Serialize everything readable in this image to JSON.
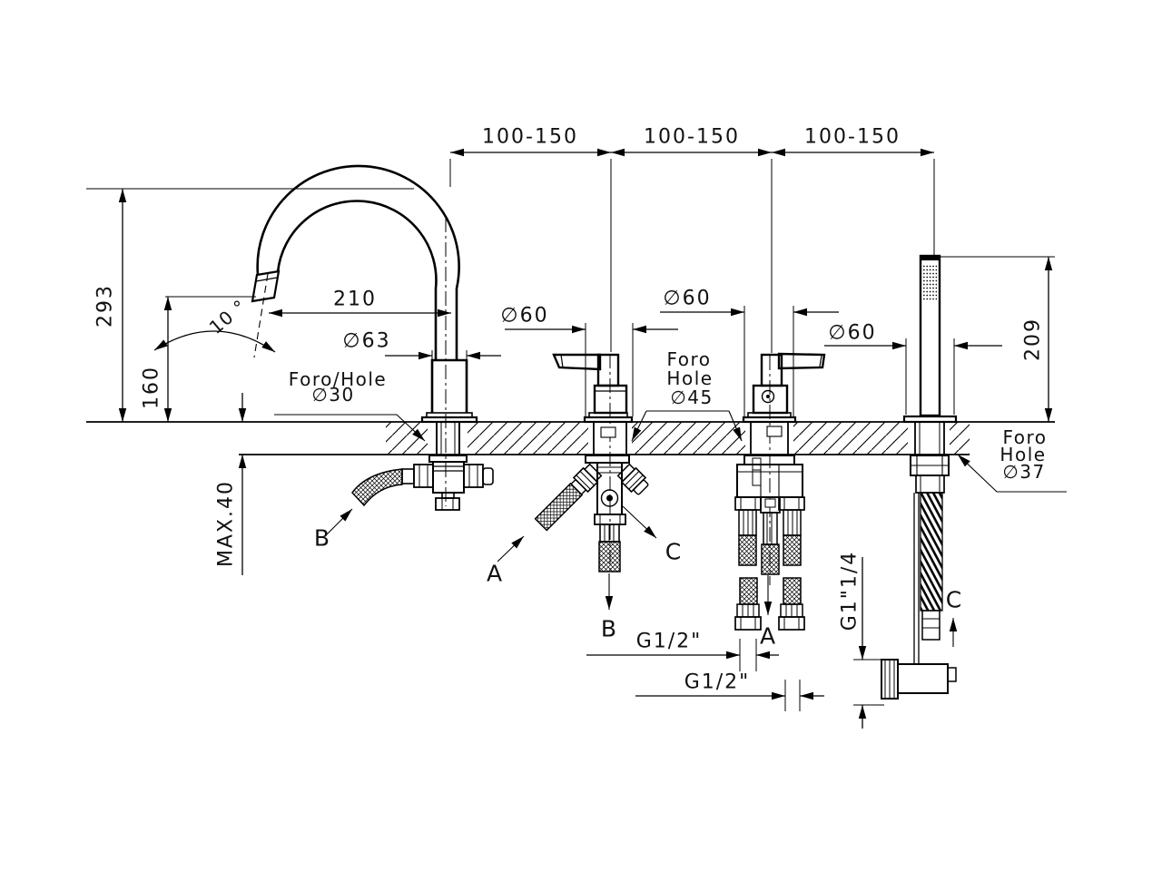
{
  "drawing": {
    "type": "technical-installation-diagram",
    "product": "deck-mounted bathtub faucet set with spout, two valves and handshower",
    "line_color": "#000000",
    "background": "#ffffff",
    "top_spacings": [
      "100-150",
      "100-150",
      "100-150"
    ],
    "vertical_dims": {
      "spout_height": "293",
      "spout_outlet_height": "160",
      "handshower_height": "209",
      "max_deck_thickness": "MAX.40"
    },
    "horizontal_dims": {
      "spout_reach": "210"
    },
    "diameters": {
      "spout_base": "∅63",
      "handle_left": "∅60",
      "handle_right": "∅60",
      "handshower_base": "∅60"
    },
    "angle": {
      "spout_tilt": "10 °"
    },
    "holes": {
      "spout": {
        "label": "Foro/Hole",
        "dia": "∅30"
      },
      "handles": {
        "line1": "Foro",
        "line2": "Hole",
        "dia": "∅45"
      },
      "handshower": {
        "line1": "Foro",
        "line2": "Hole",
        "dia": "∅37"
      }
    },
    "threads": {
      "hose_1": "G1/2\"",
      "hose_2": "G1/2\"",
      "shower_hose": "G1\"1/4"
    },
    "connection_labels": {
      "spout_b": "B",
      "spout_a": "A",
      "diverter_c": "C",
      "diverter_b": "B",
      "valve_a": "A",
      "shower_c": "C"
    }
  }
}
